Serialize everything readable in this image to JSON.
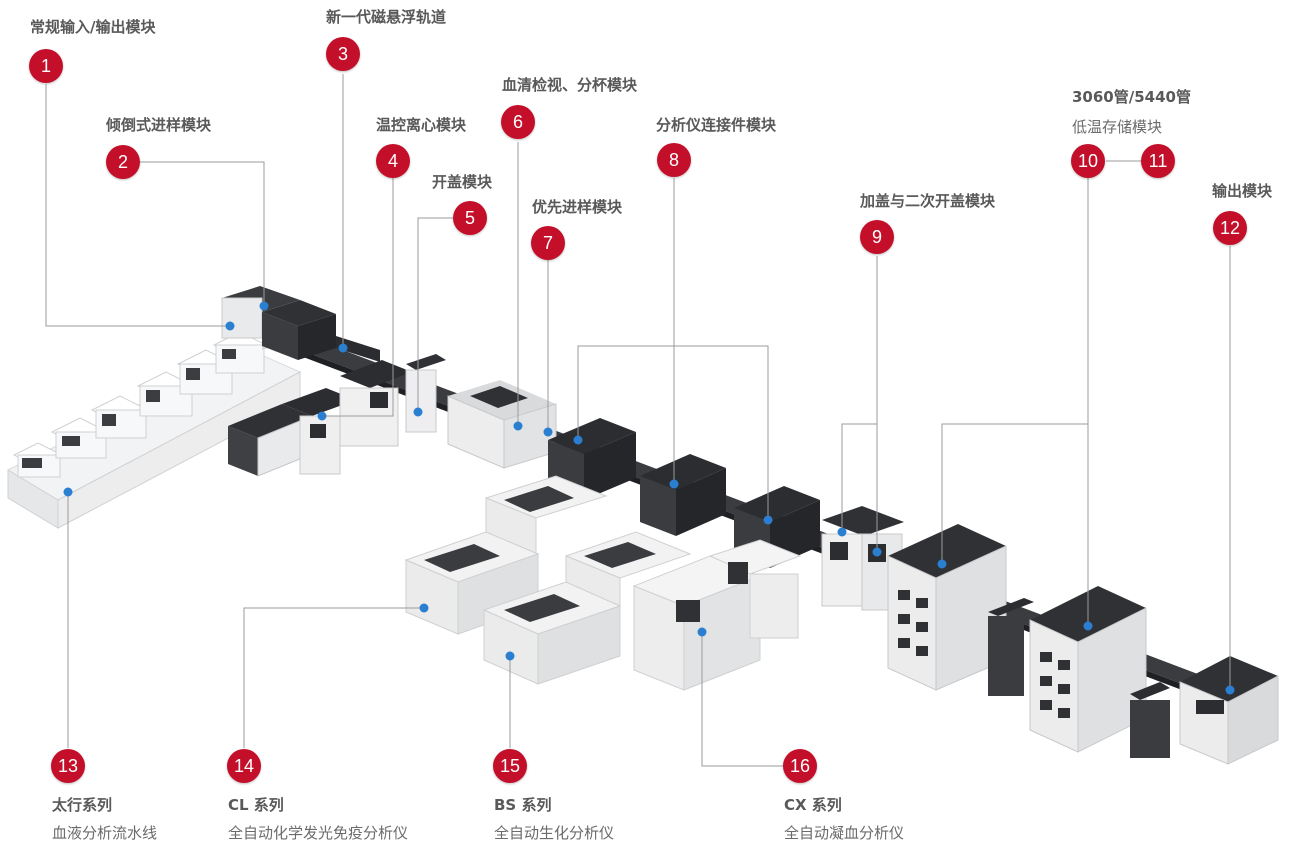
{
  "colors": {
    "badge": "#c40f2a",
    "label": "#595959",
    "leader": "#9b9b9b",
    "marker": "#2b7fd1",
    "machine_dark": "#2f3135"
  },
  "badges": [
    "1",
    "2",
    "3",
    "4",
    "5",
    "6",
    "7",
    "8",
    "9",
    "10",
    "11",
    "12",
    "13",
    "14",
    "15",
    "16"
  ],
  "labels": {
    "m1": "常规输入/输出模块",
    "m2": "倾倒式进样模块",
    "m3": "新一代磁悬浮轨道",
    "m4": "温控离心模块",
    "m5": "开盖模块",
    "m6": "血清检视、分杯模块",
    "m7": "优先进样模块",
    "m8": "分析仪连接件模块",
    "m9": "加盖与二次开盖模块",
    "m10_title": "3060管/5440管",
    "m10_sub": "低温存储模块",
    "m12": "输出模块",
    "s13_title": "太行系列",
    "s13_sub": "血液分析流水线",
    "s14_title": "CL 系列",
    "s14_sub": "全自动化学发光免疫分析仪",
    "s15_title": "BS 系列",
    "s15_sub": "全自动生化分析仪",
    "s16_title": "CX 系列",
    "s16_sub": "全自动凝血分析仪"
  }
}
